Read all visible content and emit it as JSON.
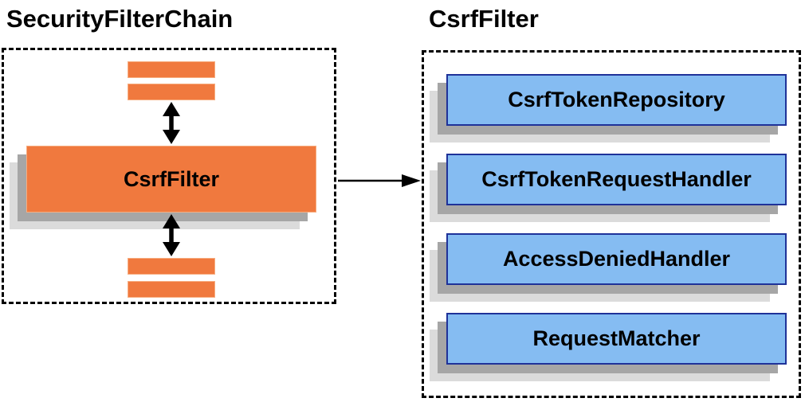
{
  "diagram": {
    "left_panel": {
      "title": "SecurityFilterChain",
      "filter_label": "CsrfFilter"
    },
    "right_panel": {
      "title": "CsrfFilter",
      "components": [
        "CsrfTokenRepository",
        "CsrfTokenRequestHandler",
        "AccessDeniedHandler",
        "RequestMatcher"
      ]
    },
    "colors": {
      "orange": "#F0793E",
      "orange_border": "#F7AD80",
      "blue_fill": "#85BCF2",
      "blue_border": "#1F3299",
      "shadow_dark": "#A6A6A6",
      "shadow_light": "#DBDBDB",
      "arrow": "#000000"
    }
  }
}
